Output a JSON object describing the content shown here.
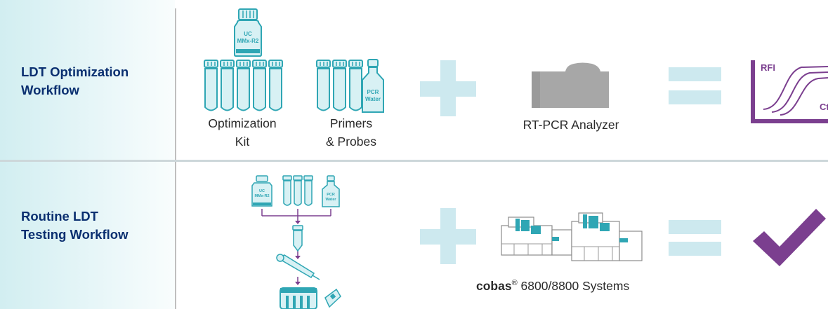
{
  "rows": [
    {
      "label": "LDT Optimization\nWorkflow"
    },
    {
      "label": "Routine LDT\nTesting Workflow"
    }
  ],
  "optimization": {
    "kit_caption": "Optimization\nKit",
    "primers_caption": "Primers\n& Probes",
    "analyzer_caption": "RT-PCR Analyzer",
    "bottle_label_line1": "UC",
    "bottle_label_line2": "MMx-R2",
    "water_label_line1": "PCR",
    "water_label_line2": "Water",
    "graph_y_label": "RFI",
    "graph_x_label": "Ct"
  },
  "routine": {
    "bottle_label_line1": "UC",
    "bottle_label_line2": "MMx-R2",
    "water_label_line1": "PCR",
    "water_label_line2": "Water",
    "system_brand": "cobas",
    "system_reg": "®",
    "system_caption": " 6800/8800 Systems"
  },
  "colors": {
    "teal": "#2fa6b4",
    "light_teal": "#d8f1f4",
    "purple": "#7b3f8f",
    "navy": "#0a2f70",
    "gray_analyzer": "#a7a7a7",
    "plus_equals": "#cde9ef"
  },
  "icons": [
    "bottle-icon",
    "tube-icon",
    "water-bottle-icon",
    "analyzer-icon",
    "amplification-graph-icon",
    "pipette-icon",
    "cartridge-icon",
    "cobas-system-icon",
    "checkmark-icon"
  ]
}
